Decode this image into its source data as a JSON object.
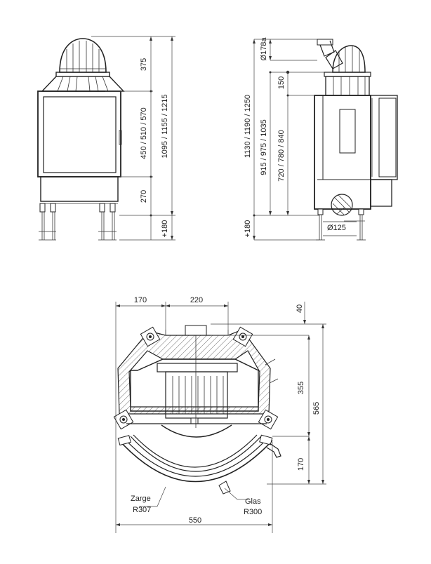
{
  "front_view": {
    "dims": {
      "dome": "375",
      "door_heights": "450 / 510 / 570",
      "total_heights": "1095 / 1155 / 1215",
      "base": "270",
      "leg_extension": "+180"
    }
  },
  "side_view": {
    "dims": {
      "outlet": "Ø178a",
      "offset": "150",
      "total_heights": "1130 / 1190 / 1250",
      "mid_heights": "915 / 975 / 1035",
      "door_heights": "720 / 780 / 840",
      "leg_extension": "+180",
      "air_inlet": "Ø125"
    }
  },
  "plan_view": {
    "dims": {
      "left_offset": "170",
      "flue_width": "220",
      "top_gap": "40",
      "depth_upper": "355",
      "depth_total": "565",
      "depth_lower": "170",
      "width": "550"
    },
    "callouts": {
      "zarge_label": "Zarge",
      "zarge_radius": "R307",
      "glas_label": "Glas",
      "glas_radius": "R300"
    }
  }
}
